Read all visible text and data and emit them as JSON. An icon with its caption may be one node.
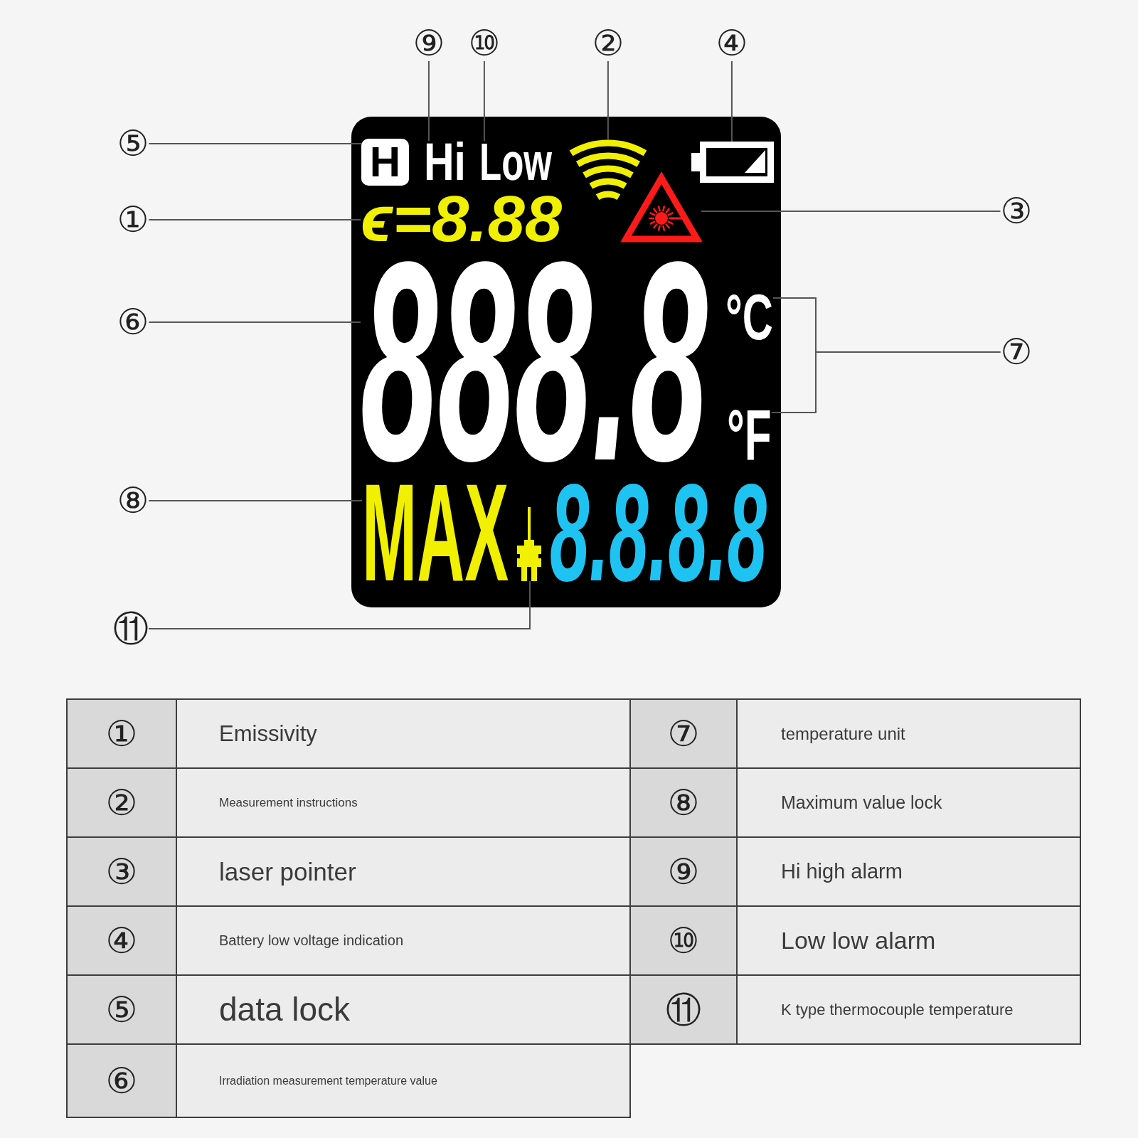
{
  "diagram": {
    "nodes": [
      {
        "text": [
          "⑨"
        ]
      },
      {
        "text": [
          "⑩"
        ]
      },
      {
        "text": [
          "②"
        ]
      },
      {
        "text": [
          "④"
        ]
      },
      {
        "text": [
          "⑤"
        ]
      },
      {
        "text": [],
        "shape": "box"
      },
      {
        "text": [
          "H"
        ],
        "in": 5
      },
      {
        "text": [
          "Hi"
        ],
        "in": 5
      },
      {
        "text": [
          "Low"
        ],
        "in": 5
      },
      {
        "text": [],
        "shape": "waves",
        "in": 5
      },
      {
        "text": [],
        "shape": "battery",
        "in": 5
      },
      {
        "text": [
          "ϵ=8.88"
        ],
        "in": 5
      },
      {
        "text": [],
        "shape": "triangle",
        "in": 5
      },
      {
        "text": [
          "888.8"
        ],
        "in": 5
      },
      {
        "text": [
          "°C"
        ],
        "in": 5
      },
      {
        "text": [
          "°F"
        ],
        "in": 5
      },
      {
        "text": [
          "MAX"
        ],
        "in": 5
      },
      {
        "text": [],
        "shape": "plug",
        "in": 5
      },
      {
        "text": [
          "①"
        ]
      },
      {
        "text": [
          "③"
        ]
      },
      {
        "text": [
          "⑥"
        ]
      },
      {
        "text": [
          "⑦"
        ]
      },
      {
        "text": [
          "⑧"
        ]
      },
      {
        "text": [
          "⑪"
        ]
      }
    ],
    "edges": [
      {
        "from": 0,
        "to": 7,
        "arrow": "none"
      },
      {
        "from": 1,
        "to": 8,
        "arrow": "none"
      },
      {
        "from": 2,
        "to": 9,
        "arrow": "none"
      },
      {
        "from": 3,
        "to": 10,
        "arrow": "none"
      },
      {
        "from": 4,
        "to": 6,
        "arrow": "none"
      },
      {
        "from": 18,
        "to": 11,
        "arrow": "none"
      },
      {
        "from": 19,
        "to": 12,
        "arrow": "none"
      },
      {
        "from": 20,
        "to": 13,
        "arrow": "none"
      },
      {
        "from": 21,
        "to": 14,
        "arrow": "none"
      },
      {
        "from": 21,
        "to": 15,
        "arrow": "none"
      },
      {
        "from": 22,
        "to": 16,
        "arrow": "none"
      },
      {
        "from": 23,
        "to": 17,
        "arrow": "none"
      }
    ],
    "labels": [
      "8.8.8.8",
      "①",
      "Emissivity",
      "⑦",
      "temperature unit",
      "②",
      "Measurement instructions",
      "⑧",
      "Maximum value lock",
      "③",
      "laser pointer",
      "⑨",
      "Hi high alarm",
      "④",
      "Battery low voltage indication",
      "⑩",
      "Low low alarm",
      "⑤",
      "data lock",
      "⑪",
      "K type thermocouple temperature",
      "⑥",
      "Irradiation measurement temperature value"
    ]
  }
}
